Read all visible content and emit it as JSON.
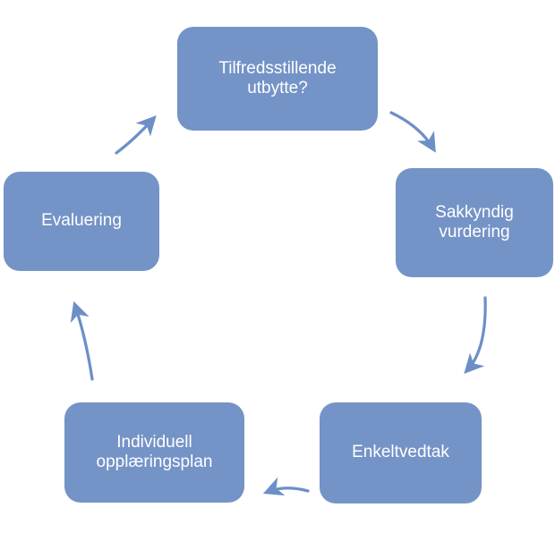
{
  "diagram": {
    "type": "cycle",
    "direction": "clockwise",
    "node_fill_color": "#7493c7",
    "arrow_color": "#6d8fc7",
    "text_color": "#ffffff",
    "nodes": [
      {
        "id": "tilfredsstillende-utbytte",
        "label": "Tilfredsstillende utbytte?",
        "position": "top"
      },
      {
        "id": "sakkyndig-vurdering",
        "label": "Sakkyndig vurdering",
        "position": "right"
      },
      {
        "id": "enkeltvedtak",
        "label": "Enkeltvedtak",
        "position": "bottom-right"
      },
      {
        "id": "individuell-opplaeringsplan",
        "label": "Individuell opplæringsplan",
        "position": "bottom-left"
      },
      {
        "id": "evaluering",
        "label": "Evaluering",
        "position": "left"
      }
    ],
    "connections": [
      {
        "from": "tilfredsstillende-utbytte",
        "to": "sakkyndig-vurdering"
      },
      {
        "from": "sakkyndig-vurdering",
        "to": "enkeltvedtak"
      },
      {
        "from": "enkeltvedtak",
        "to": "individuell-opplaeringsplan"
      },
      {
        "from": "individuell-opplaeringsplan",
        "to": "evaluering"
      },
      {
        "from": "evaluering",
        "to": "tilfredsstillende-utbytte"
      }
    ]
  }
}
